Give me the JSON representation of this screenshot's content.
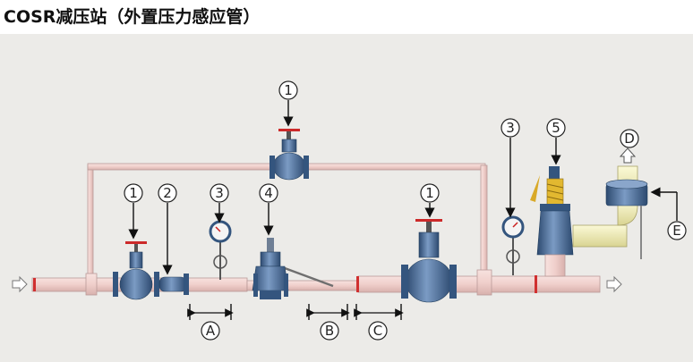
{
  "title": "COSR减压站（外置压力感应管）",
  "callouts": {
    "c1a": "1",
    "c1b": "1",
    "c1c": "1",
    "c2": "2",
    "c3a": "3",
    "c3b": "3",
    "c4": "4",
    "c5": "5"
  },
  "sections": {
    "a": "A",
    "b": "B",
    "c": "C",
    "d": "D",
    "e": "E"
  },
  "colors": {
    "pipe": "#f0d2cf",
    "pipe_edge": "#b99a98",
    "valve": "#3b5c86",
    "valve_light": "#6f8fb8",
    "handwheel": "#cc2a2a",
    "outlet_pipe": "#f2efb8",
    "background": "#ecebe8"
  }
}
